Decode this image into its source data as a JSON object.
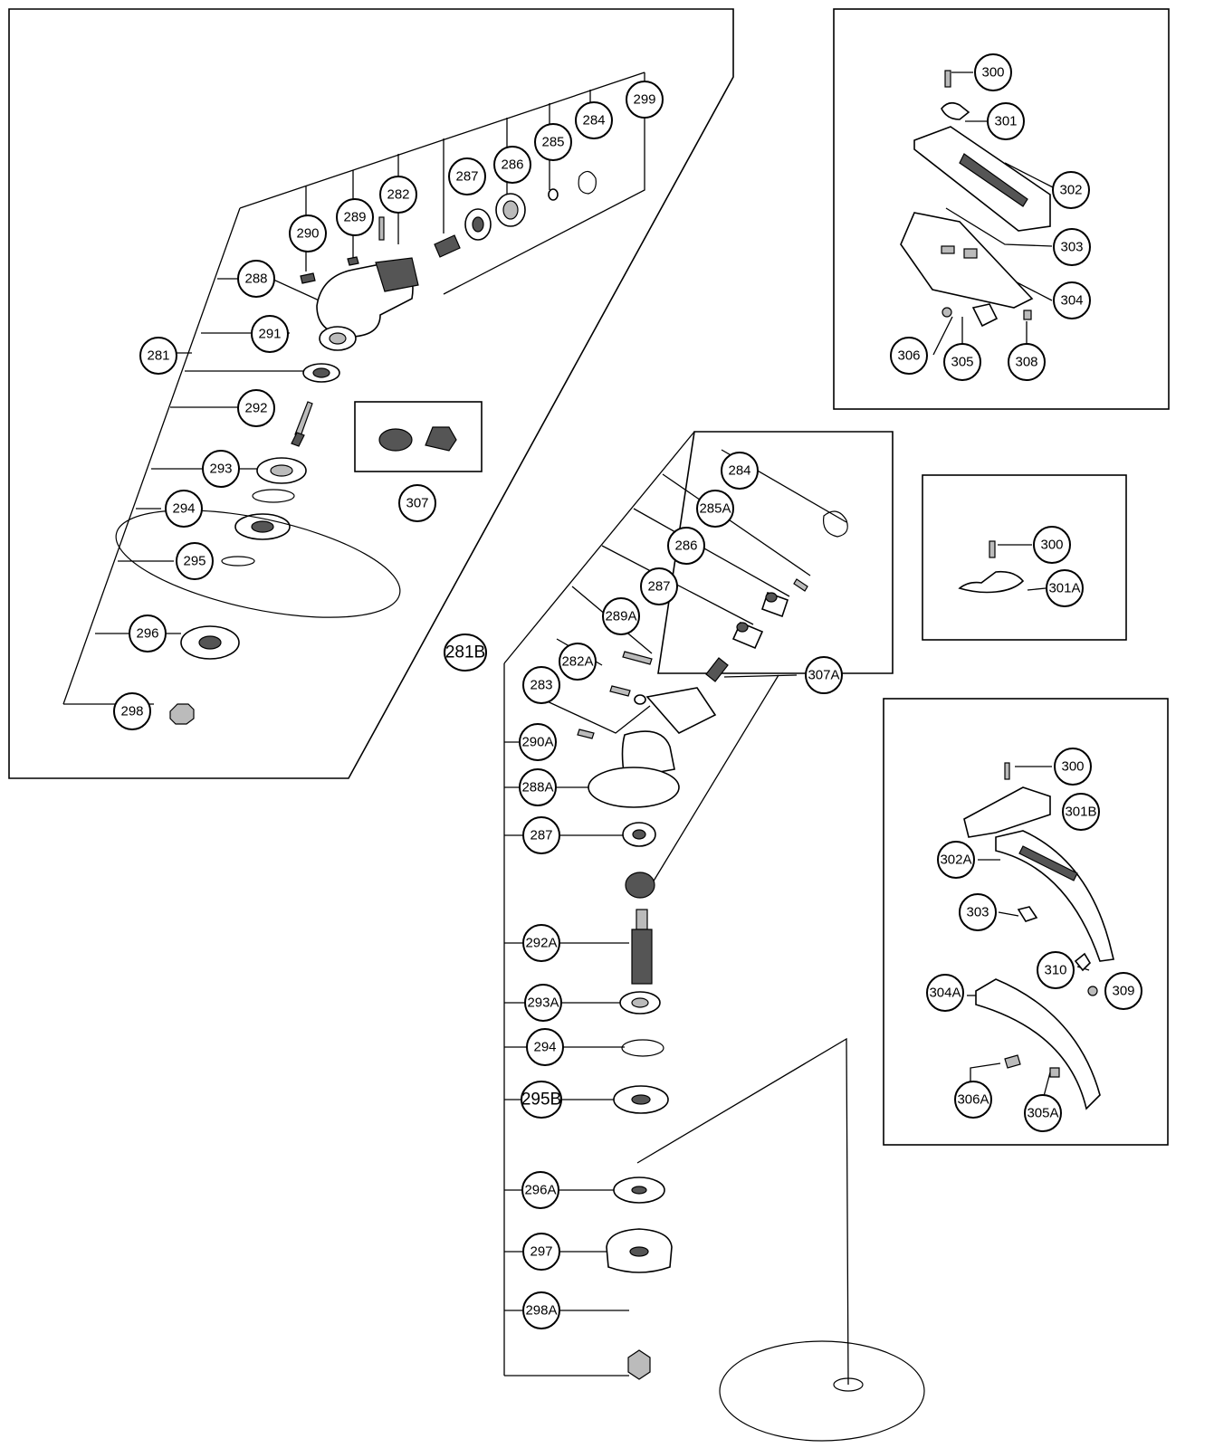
{
  "callouts": {
    "a_281": "281",
    "a_282": "282",
    "a_284": "284",
    "a_285": "285",
    "a_286": "286",
    "a_287": "287",
    "a_288": "288",
    "a_289": "289",
    "a_290": "290",
    "a_291": "291",
    "a_292": "292",
    "a_293": "293",
    "a_294": "294",
    "a_295": "295",
    "a_296": "296",
    "a_298": "298",
    "a_299": "299",
    "a_307": "307",
    "b_300": "300",
    "b_301": "301",
    "b_302": "302",
    "b_303": "303",
    "b_304": "304",
    "b_305": "305",
    "b_306": "306",
    "b_308": "308",
    "c_300": "300",
    "c_301A": "301A",
    "d_284": "284",
    "d_285A": "285A",
    "d_286": "286",
    "d_287": "287",
    "d_289A": "289A",
    "d_282A": "282A",
    "d_283": "283",
    "d_307A": "307A",
    "d_281B": "281B",
    "d_290A": "290A",
    "d_288A": "288A",
    "d_287b": "287",
    "d_292A": "292A",
    "d_293A": "293A",
    "d_294": "294",
    "d_295B": "295B",
    "d_296A": "296A",
    "d_297": "297",
    "d_298A": "298A",
    "e_300": "300",
    "e_301B": "301B",
    "e_302A": "302A",
    "e_303": "303",
    "e_310": "310",
    "e_309": "309",
    "e_304A": "304A",
    "e_306A": "306A",
    "e_305A": "305A"
  }
}
